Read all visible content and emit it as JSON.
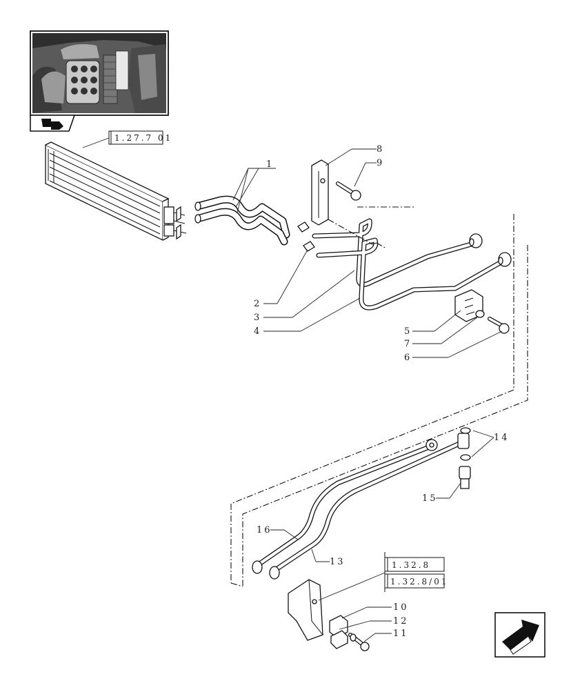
{
  "references": {
    "radiator_ref": "1.27.7 01",
    "pipe_ref_a": "1.32.8",
    "pipe_ref_b": "1.32.8/01"
  },
  "callouts": {
    "c1": "1",
    "c2": "2",
    "c3": "3",
    "c4": "4",
    "c5": "5",
    "c6": "6",
    "c7": "7",
    "c8": "8",
    "c9": "9",
    "c10": "10",
    "c11": "11",
    "c12": "12",
    "c13": "13",
    "c14": "14",
    "c15": "15",
    "c16": "16"
  },
  "icons": {
    "inset": "tractor-engine-photo-icon",
    "back_nav": "return-arrow-icon",
    "next_nav": "next-page-arrow-icon"
  },
  "colors": {
    "line": "#111111",
    "background": "#ffffff"
  }
}
